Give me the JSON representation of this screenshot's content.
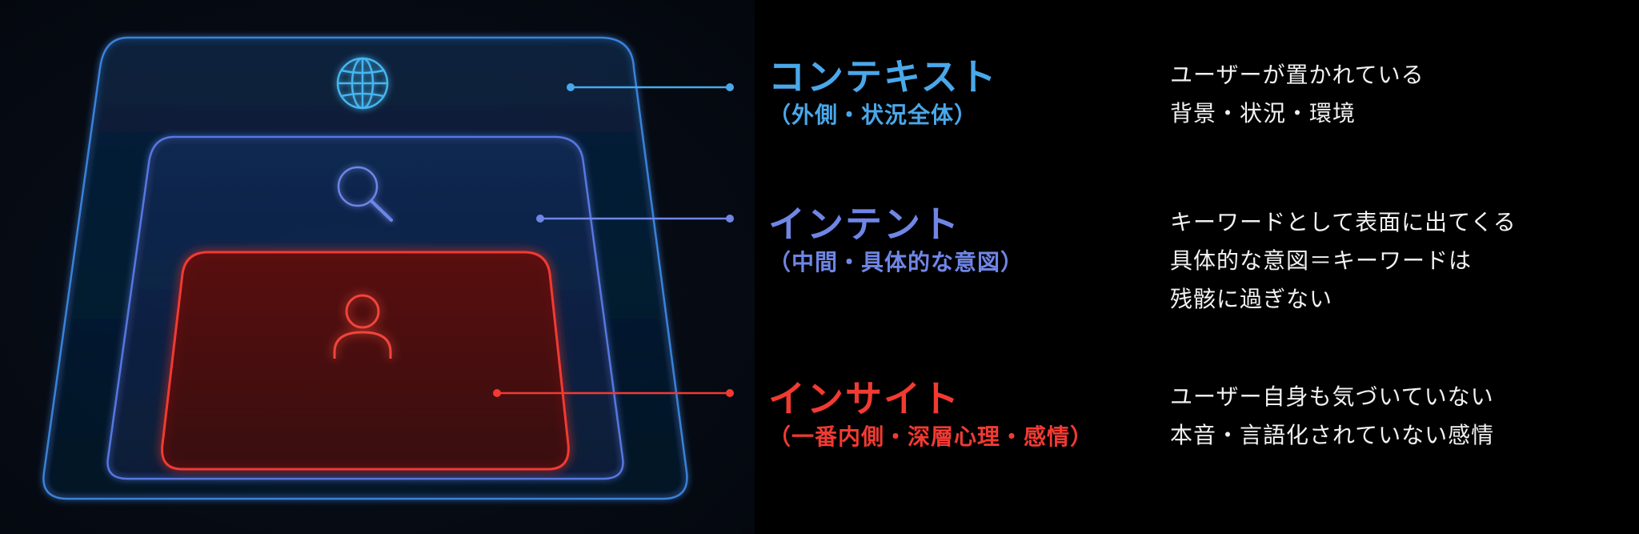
{
  "colors": {
    "context": "#4aa8ea",
    "intent": "#6f86e6",
    "insight": "#f23a32",
    "background": "#000000",
    "panel": "#060b14"
  },
  "layers": [
    {
      "key": "context",
      "title": "コンテキスト",
      "subtitle": "（外側・状況全体）",
      "icon": "globe-icon",
      "description": [
        "ユーザーが置かれている",
        "背景・状況・環境"
      ]
    },
    {
      "key": "intent",
      "title": "インテント",
      "subtitle": "（中間・具体的な意図）",
      "icon": "magnifier-icon",
      "description": [
        "キーワードとして表面に出てくる",
        "具体的な意図＝キーワードは",
        "残骸に過ぎない"
      ]
    },
    {
      "key": "insight",
      "title": "インサイト",
      "subtitle": "（一番内側・深層心理・感情）",
      "icon": "person-icon",
      "description": [
        "ユーザー自身も気づいていない",
        "本音・言語化されていない感情"
      ]
    }
  ]
}
